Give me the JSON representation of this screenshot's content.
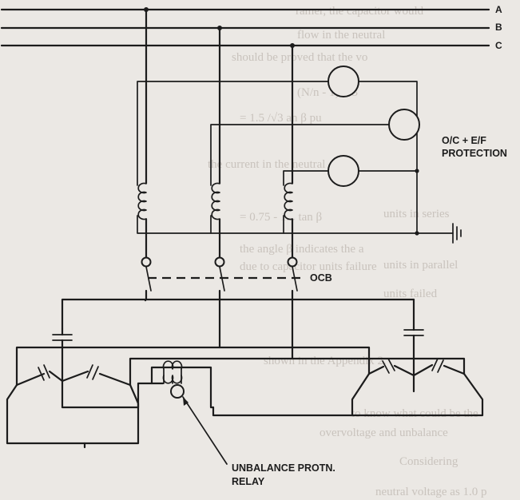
{
  "diagram": {
    "phases": [
      "A",
      "B",
      "C"
    ],
    "protection_label_line1": "O/C + E/F",
    "protection_label_line2": "PROTECTION",
    "breaker_label": "OCB",
    "relay_label_line1": "UNBALANCE PROTN.",
    "relay_label_line2": "RELAY"
  },
  "background_text": {
    "lines": [
      "ramer, the capacitor would",
      "flow in the neutral",
      "should be proved that the vo",
      "(N/n - 1) = 3",
      "= 1.5 /√3 an β pu",
      "the current in the neutral",
      "units in series",
      "= 0.75 - 1.5 tan β",
      "units in parallel",
      "the angle β indicates the a",
      "due to capacitor units failure",
      "units failed",
      "shown in the Appendix 2.",
      "to know what could be the",
      "overvoltage and unbalance",
      "Considering",
      "neutral voltage as 1.0 p"
    ]
  },
  "colors": {
    "ink": "#1c1c1c",
    "paper": "#ebe8e4",
    "ghost_text": "#c9c3bd"
  }
}
